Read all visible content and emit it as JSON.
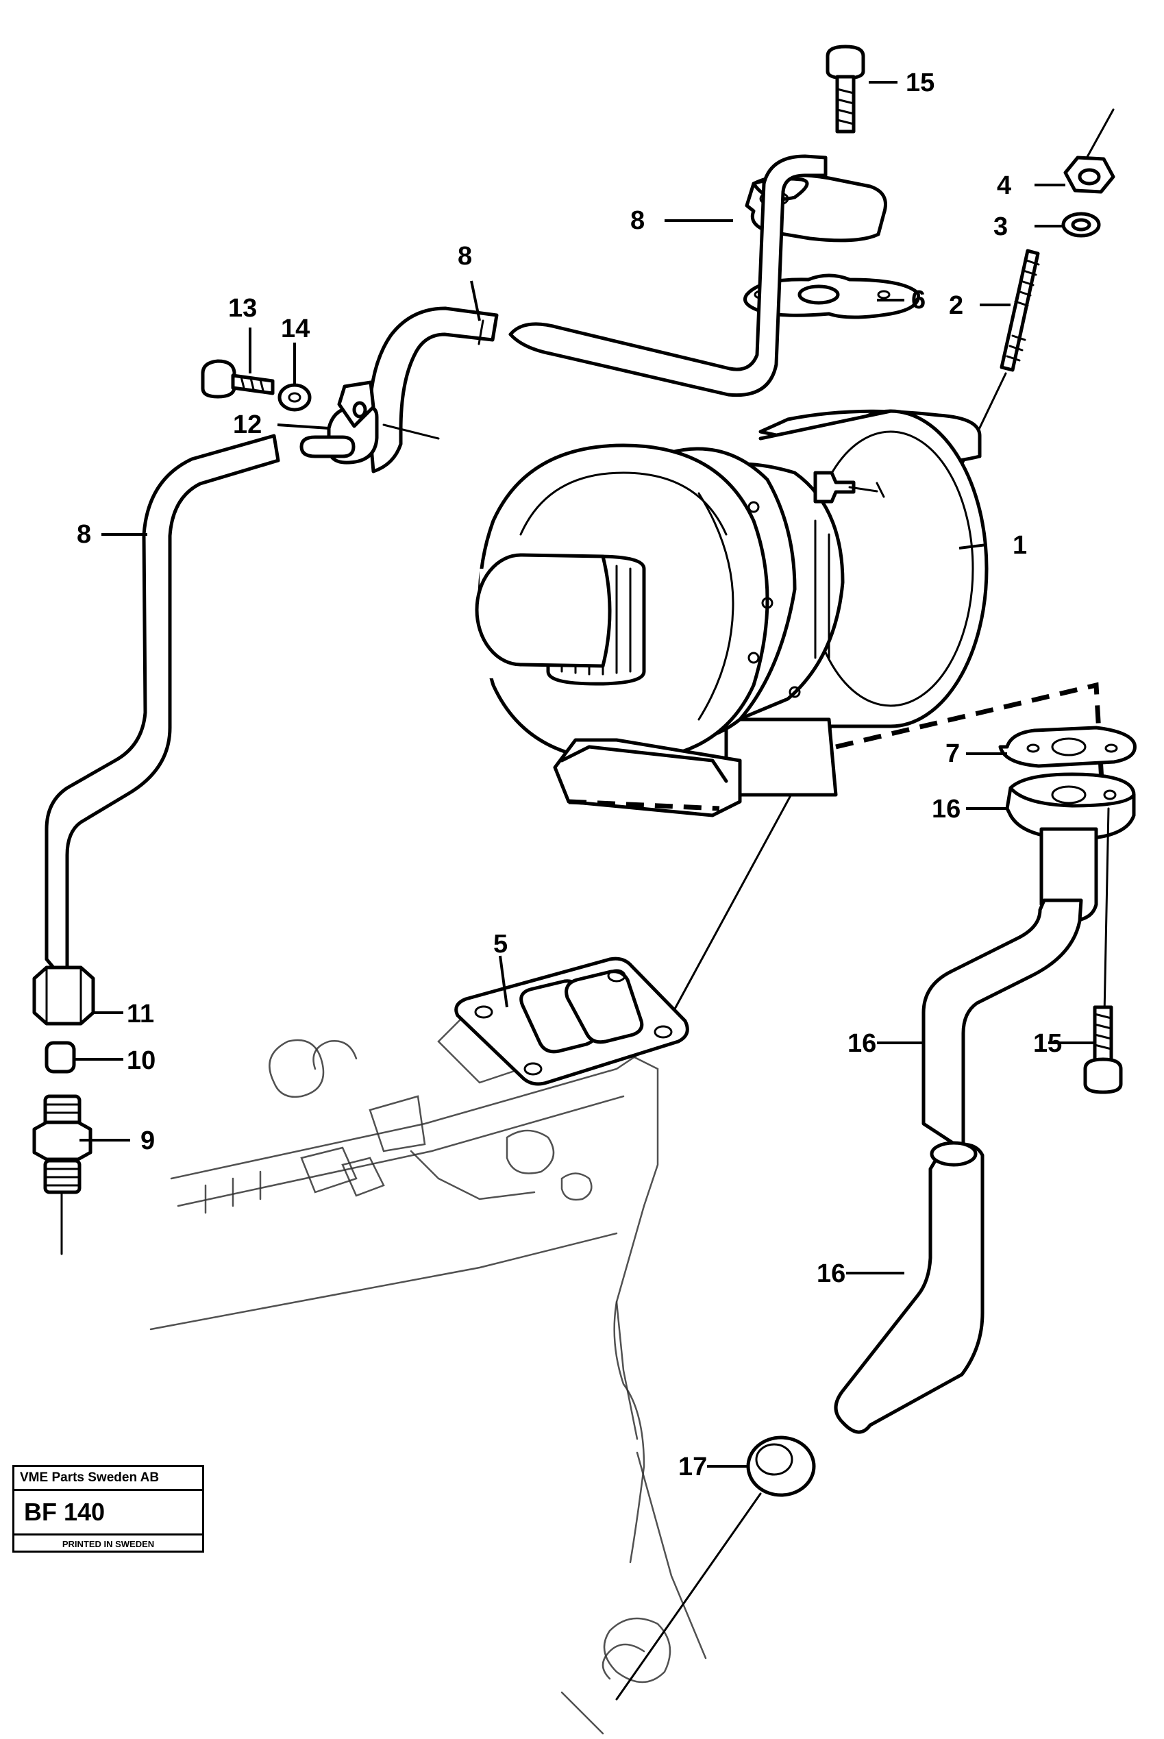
{
  "callouts": {
    "c1": "1",
    "c2": "2",
    "c3": "3",
    "c4": "4",
    "c5": "5",
    "c6": "6",
    "c7": "7",
    "c8a": "8",
    "c8b": "8",
    "c8c": "8",
    "c9": "9",
    "c10": "10",
    "c11": "11",
    "c12": "12",
    "c13": "13",
    "c14": "14",
    "c15a": "15",
    "c15b": "15",
    "c16a": "16",
    "c16b": "16",
    "c16c": "16",
    "c17": "17"
  },
  "stamp": {
    "company": "VME Parts Sweden AB",
    "code": "BF 140",
    "printed": "PRINTED IN SWEDEN"
  }
}
